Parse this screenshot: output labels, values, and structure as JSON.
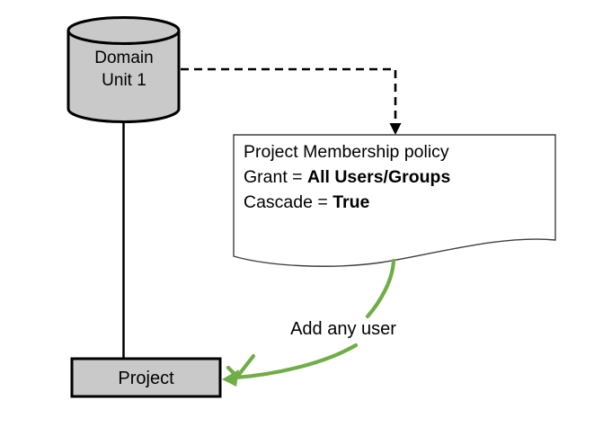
{
  "colors": {
    "accent_green": "#70AD47",
    "shape_fill": "#C9C9C9",
    "outline": "#000000",
    "note_outline": "#3F3F3F"
  },
  "diagram": {
    "domain_unit": {
      "line1": "Domain",
      "line2": "Unit 1"
    },
    "policy_note": {
      "title": "Project Membership policy",
      "grant_label": "Grant = ",
      "grant_value": "All Users/Groups",
      "cascade_label": "Cascade = ",
      "cascade_value": "True"
    },
    "arrow_label": "Add any user",
    "project": {
      "label": "Project"
    }
  }
}
